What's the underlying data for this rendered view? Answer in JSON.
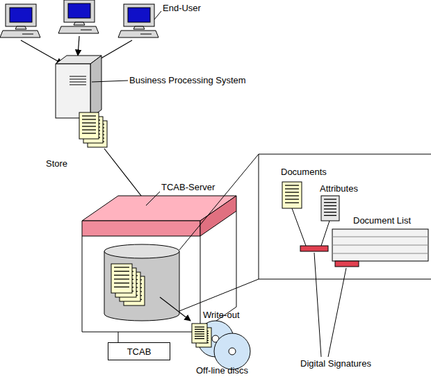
{
  "diagram": {
    "nodes": [
      {
        "text": [
          "TCAB"
        ]
      }
    ],
    "labels": [
      "End-User",
      "Business Processing System",
      "Store",
      "TCAB-Server",
      "Documents",
      "Attributes",
      "Document List",
      "Write-out",
      "Off-line discs",
      "Digital Signatures"
    ]
  }
}
